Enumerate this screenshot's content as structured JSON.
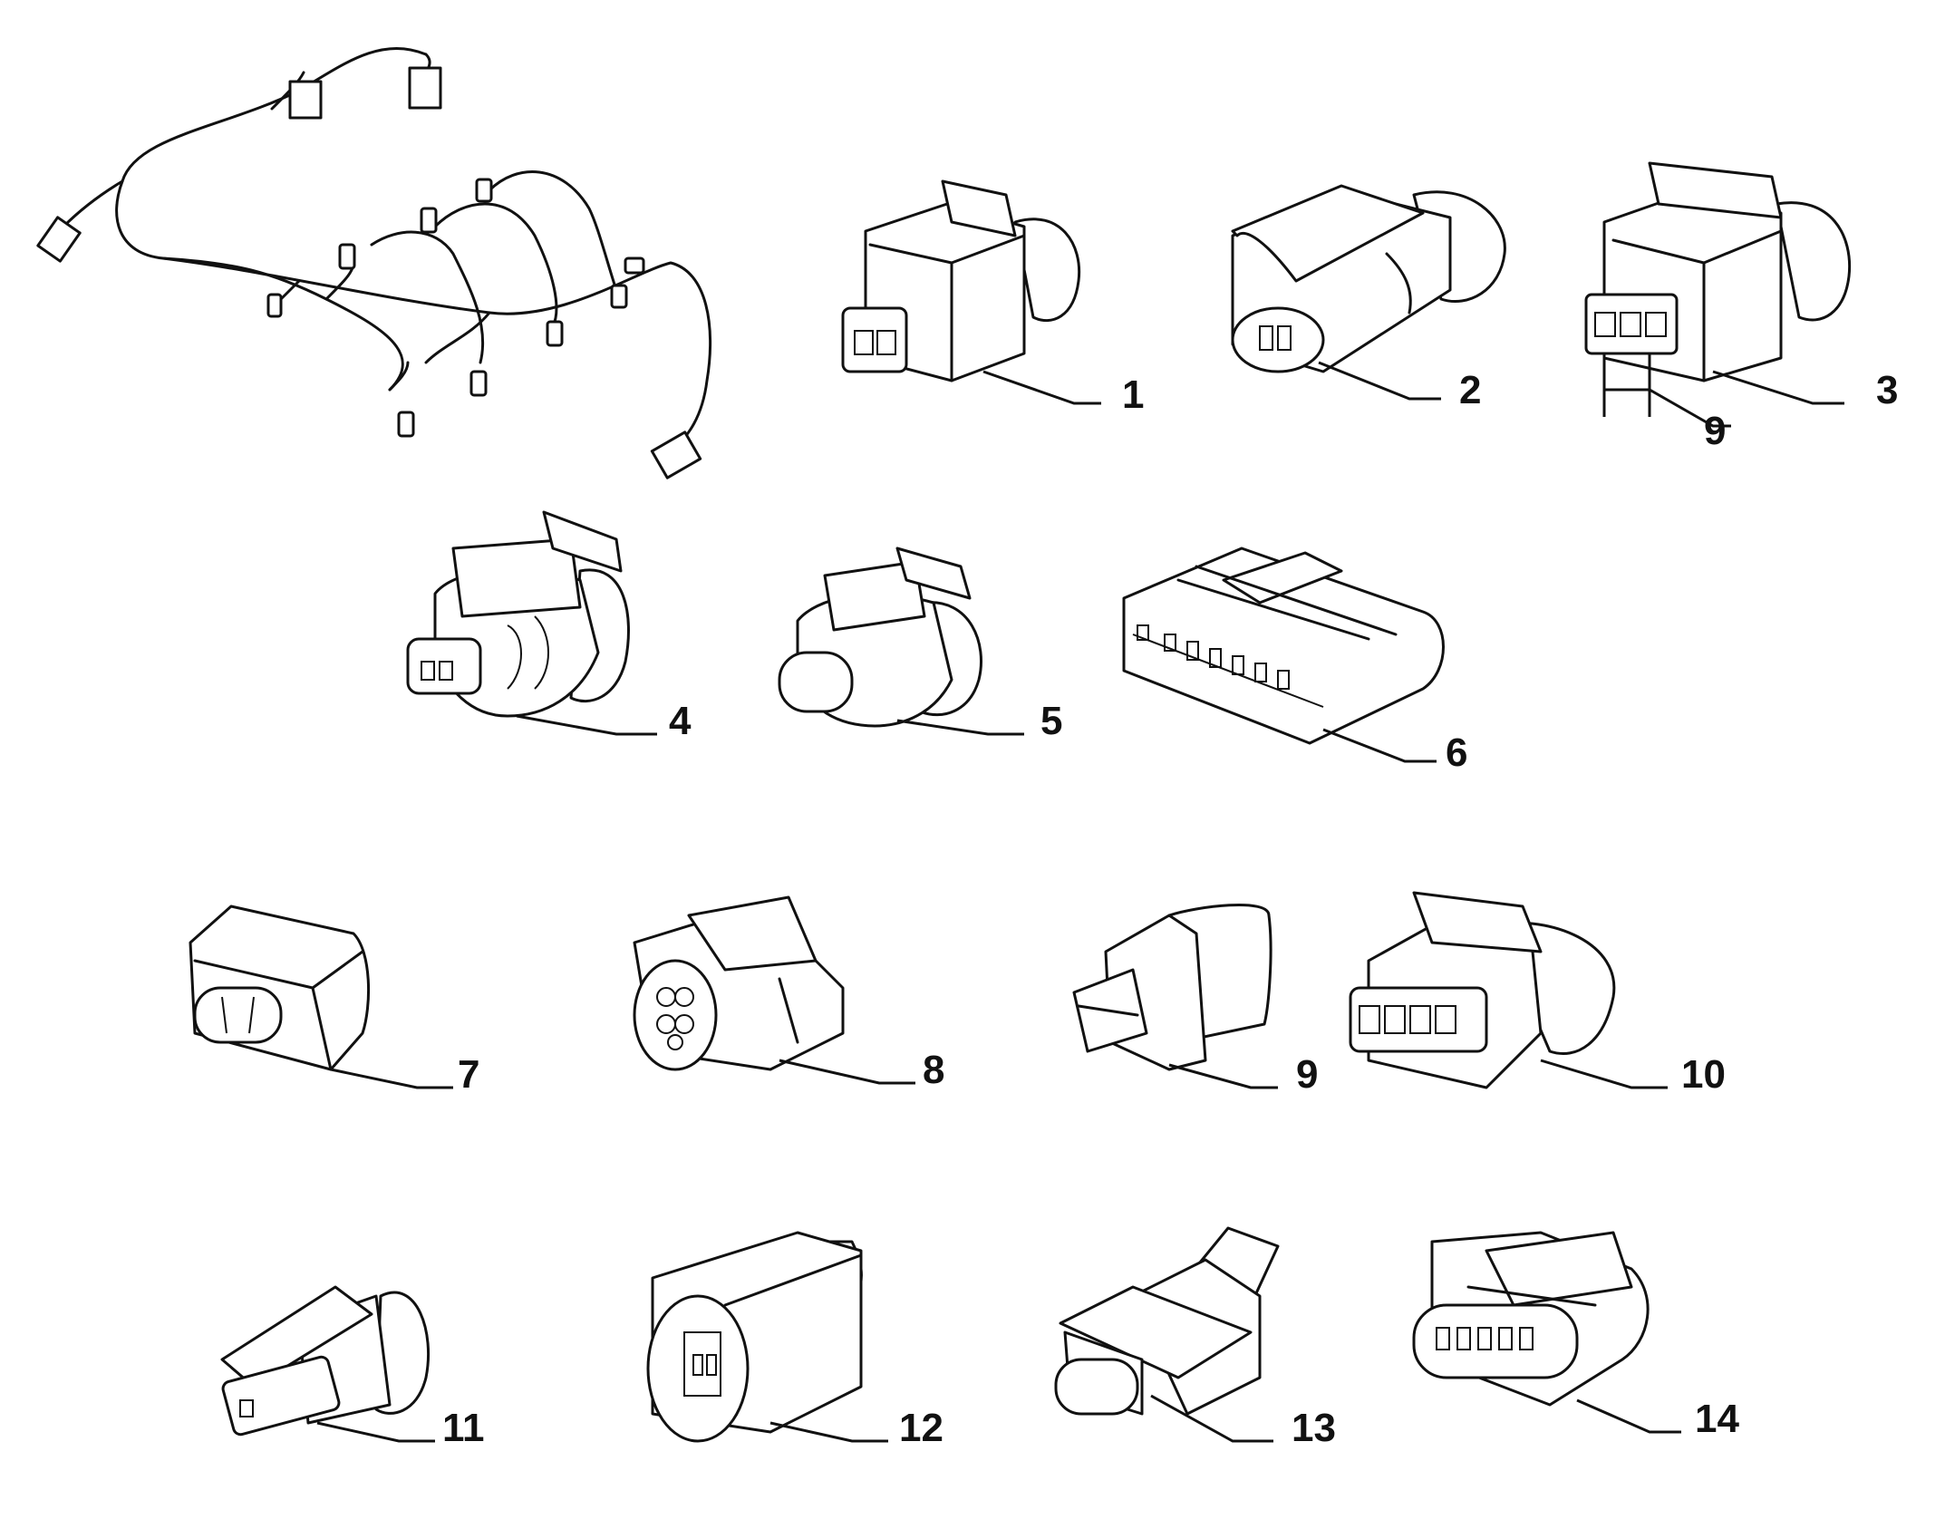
{
  "callouts": {
    "c1": "1",
    "c2": "2",
    "c3": "3",
    "c3b": "9",
    "c4": "4",
    "c5": "5",
    "c6": "6",
    "c7": "7",
    "c8": "8",
    "c9": "9",
    "c10": "10",
    "c11": "11",
    "c12": "12",
    "c13": "13",
    "c14": "14"
  }
}
